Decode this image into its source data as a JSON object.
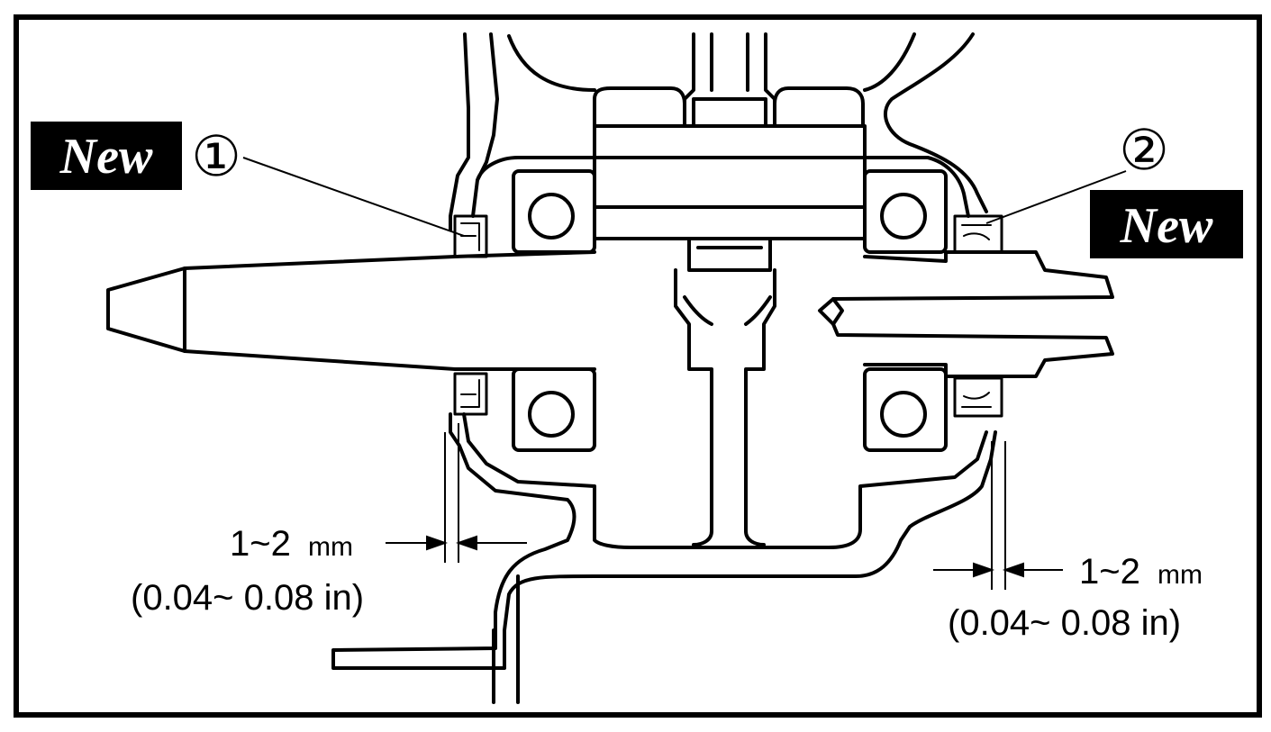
{
  "callouts": [
    {
      "number": "①",
      "tag": "New"
    },
    {
      "number": "②",
      "tag": "New"
    }
  ],
  "clearances": [
    {
      "value": "1~2",
      "unit": "mm",
      "imperial": "(0.04~ 0.08 in)"
    },
    {
      "value": "1~2",
      "unit": "mm",
      "imperial": "(0.04~ 0.08 in)"
    }
  ],
  "colors": {
    "line": "#000000",
    "background": "#ffffff",
    "badge_fill": "#000000",
    "badge_text": "#ffffff"
  }
}
